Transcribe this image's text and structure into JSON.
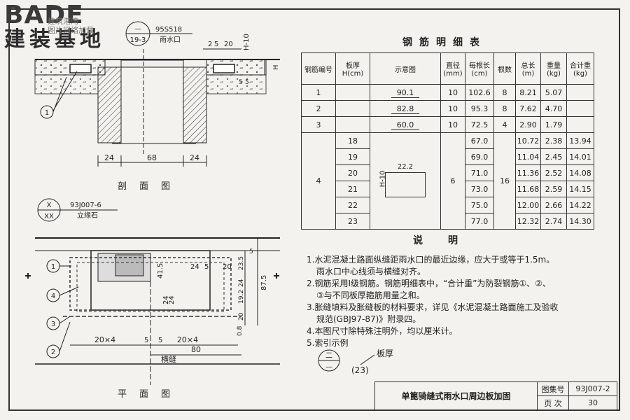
{
  "logo": {
    "brand_en": "BADE",
    "brand_cn": "建装基地",
    "watermark_lines": [
      "建筑港湾",
      "图片网络加载"
    ]
  },
  "section_view": {
    "ref_circle_top": "—",
    "ref_circle_bottom": "19-3",
    "ref_code": "95S518",
    "ref_name": "雨水口",
    "dims_top": [
      "2",
      "5",
      "20"
    ],
    "dim_side": "H-10",
    "dim_h": "H",
    "dims_bottom": [
      "24",
      "68",
      "24"
    ],
    "small_dims": [
      "5",
      "5"
    ],
    "marker": "1",
    "caption": "剖面图"
  },
  "plan_view": {
    "ref_circle_top": "X",
    "ref_circle_bottom": "XX",
    "ref_code": "93J007-6",
    "ref_name": "立缘石",
    "markers": [
      "1",
      "4",
      "3",
      "2"
    ],
    "dims": {
      "inner_vertical": "41.5",
      "v24a": "24",
      "v24b": "24",
      "v5a": "5",
      "v5b": "5",
      "top24a": "24",
      "top5": "5",
      "top20": "20",
      "right_col": [
        "5",
        "23.5",
        "24",
        "19.2",
        "20"
      ],
      "total_right": "87.5",
      "bottom_left": "20×4",
      "bottom_right": "20×4",
      "b5a": "5",
      "b5b": "5",
      "b08": "0.8",
      "total_bottom": "80"
    },
    "joint_label": "横缝",
    "caption": "平面图"
  },
  "rebar_table": {
    "title": "钢筋明细表",
    "headers": [
      "钢筋编号",
      "板厚 H(cm)",
      "示意图",
      "直径 (mm)",
      "每根长 (cm)",
      "根数",
      "总长 (m)",
      "重量 (kg)",
      "合计重 (kg)"
    ],
    "rows": [
      {
        "id": "1",
        "h": "",
        "sketch": "90.1",
        "dia": "10",
        "len": "102.6",
        "cnt": "8",
        "total": "8.21",
        "weight": "5.07",
        "sum": ""
      },
      {
        "id": "2",
        "h": "",
        "sketch": "82.8",
        "dia": "10",
        "len": "95.3",
        "cnt": "8",
        "total": "7.62",
        "weight": "4.70",
        "sum": ""
      },
      {
        "id": "3",
        "h": "",
        "sketch": "60.0",
        "dia": "10",
        "len": "72.5",
        "cnt": "4",
        "total": "2.90",
        "weight": "1.79",
        "sum": ""
      }
    ],
    "row4": {
      "id": "4",
      "sketch_w": "22.2",
      "sketch_h": "H-10",
      "dia": "6",
      "cnt": "16",
      "sub": [
        {
          "h": "18",
          "len": "67.0",
          "total": "10.72",
          "weight": "2.38",
          "sum": "13.94"
        },
        {
          "h": "19",
          "len": "69.0",
          "total": "11.04",
          "weight": "2.45",
          "sum": "14.01"
        },
        {
          "h": "20",
          "len": "71.0",
          "total": "11.36",
          "weight": "2.52",
          "sum": "14.08"
        },
        {
          "h": "21",
          "len": "73.0",
          "total": "11.68",
          "weight": "2.59",
          "sum": "14.15"
        },
        {
          "h": "22",
          "len": "75.0",
          "total": "12.00",
          "weight": "2.66",
          "sum": "14.22"
        },
        {
          "h": "23",
          "len": "77.0",
          "total": "12.32",
          "weight": "2.74",
          "sum": "14.30"
        }
      ]
    }
  },
  "notes": {
    "title": "说明",
    "items": [
      "1.水泥混凝土路面纵缝距雨水口的最近边缘，应大于或等于1.5m。",
      "雨水口中心线须与横缝对齐。",
      "2.钢筋采用Ⅰ级钢筋。钢筋明细表中，“合计重”为防裂钢筋①、②、",
      "③与不同板厚箍筋用量之和。",
      "3.胀缝填料及胀缝板的材料要求，详见《水泥混凝土路面施工及验收",
      "规范(GBJ97-87)》附录四。",
      "4.本图尺寸除特殊注明外，均以厘米计。",
      "5.索引示例"
    ],
    "index_example": {
      "top": "二",
      "bottom": "—",
      "value": "(23)",
      "label": "板厚"
    }
  },
  "title_block": {
    "drawing_title": "单篦骑缝式雨水口周边板加固",
    "atlas_label": "图集号",
    "atlas_no": "93J007-2",
    "page_label": "页 次",
    "page_no": "30"
  }
}
